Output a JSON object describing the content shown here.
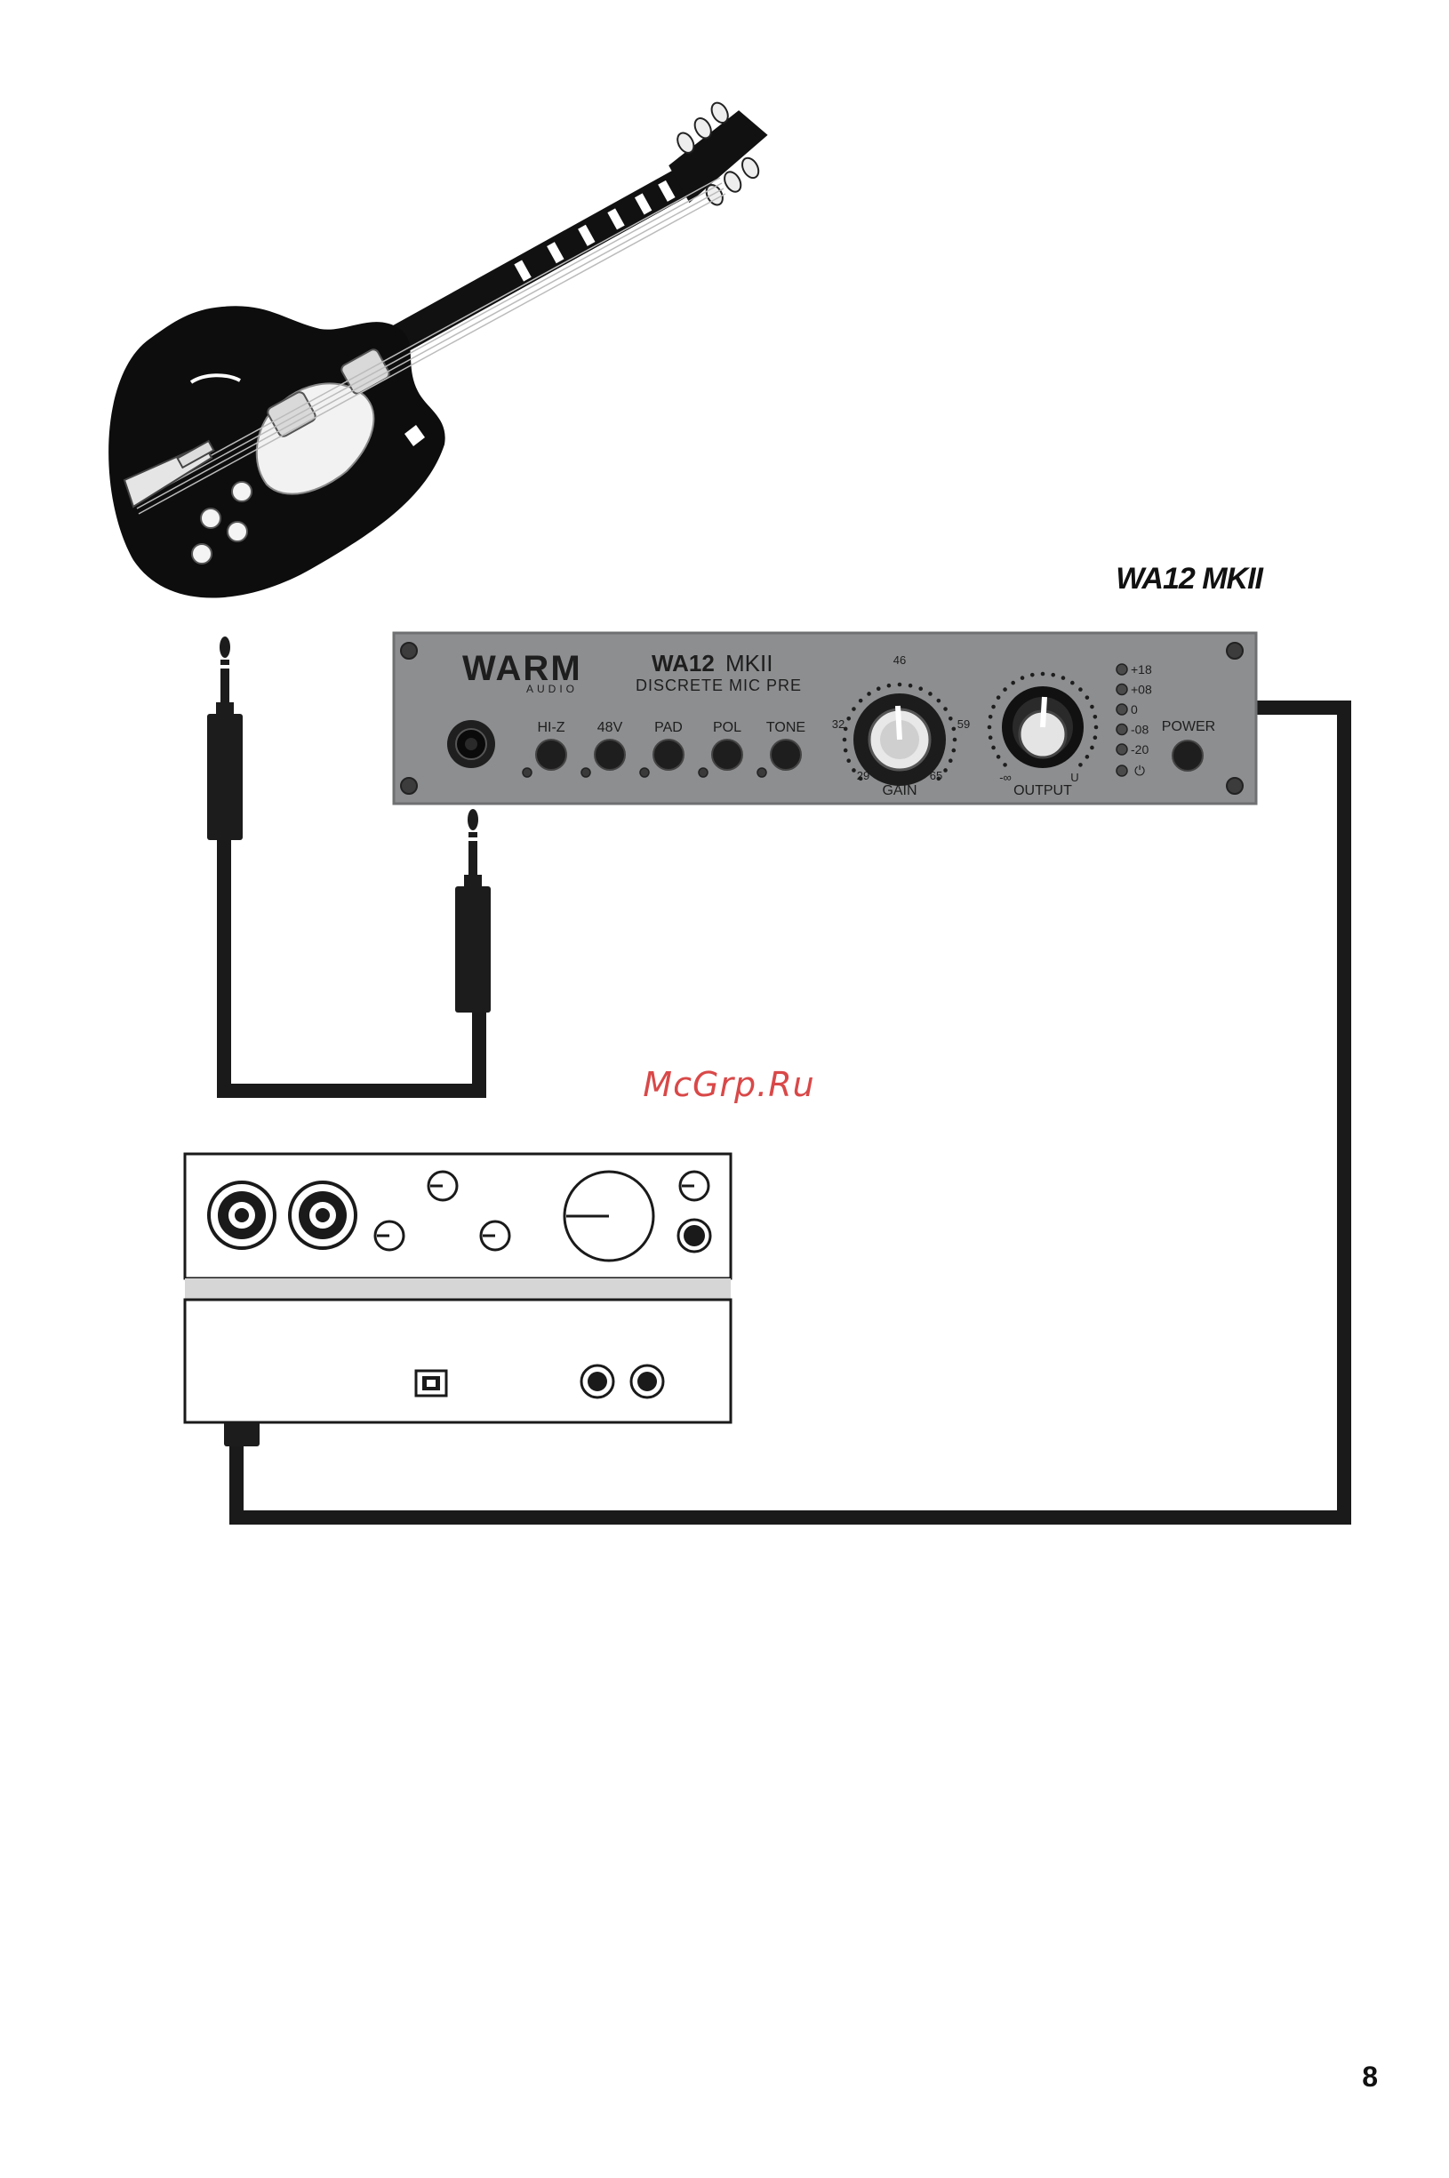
{
  "page": {
    "model_title": "WA12 MKII",
    "watermark": "McGrp.Ru",
    "page_number": "8"
  },
  "preamp": {
    "brand": "WARM",
    "brand_sub": "AUDIO",
    "model_bold": "WA12",
    "model_light": "MKII",
    "subtitle": "DISCRETE MIC PRE",
    "buttons": [
      "HI-Z",
      "48V",
      "PAD",
      "POL",
      "TONE"
    ],
    "gain": {
      "label": "GAIN",
      "scale": [
        "32",
        "46",
        "59",
        "29",
        "65"
      ]
    },
    "output": {
      "label": "OUTPUT",
      "scale_min": "-∞",
      "scale_max": "U"
    },
    "meter": [
      "+18",
      "+08",
      "0",
      "-08",
      "-20"
    ],
    "power_label": "POWER"
  },
  "colors": {
    "panel": "#8d8e90",
    "panel_dark": "#6f7072",
    "cable": "#1a1a1a",
    "watermark": "#d94848",
    "interface_strip": "#d6d6d6"
  },
  "icons": {
    "power_led": "power-symbol-icon",
    "guitar": "hollow-body-guitar-icon",
    "usb": "usb-b-port-icon"
  }
}
